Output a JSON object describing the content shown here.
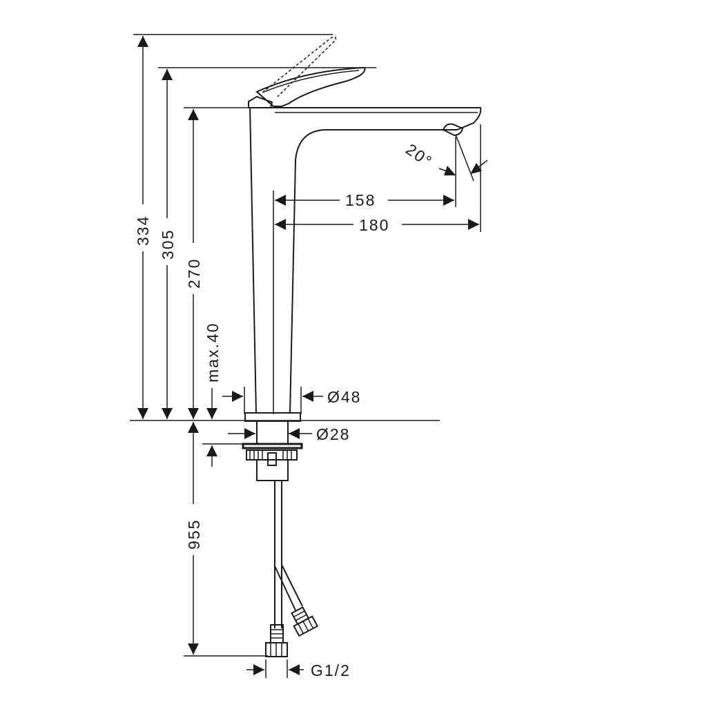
{
  "dimensions": {
    "total_height": "334",
    "lever_height": "305",
    "spout_height": "270",
    "deck_thickness": "max.40",
    "spout_reach_inner": "158",
    "spout_reach_outer": "180",
    "spout_angle": "20°",
    "body_diameter": "Ø48",
    "tail_diameter": "Ø28",
    "hose_length": "955",
    "connection_thread": "G1/2"
  },
  "colors": {
    "line": "#1a1a1a",
    "background": "#ffffff"
  }
}
